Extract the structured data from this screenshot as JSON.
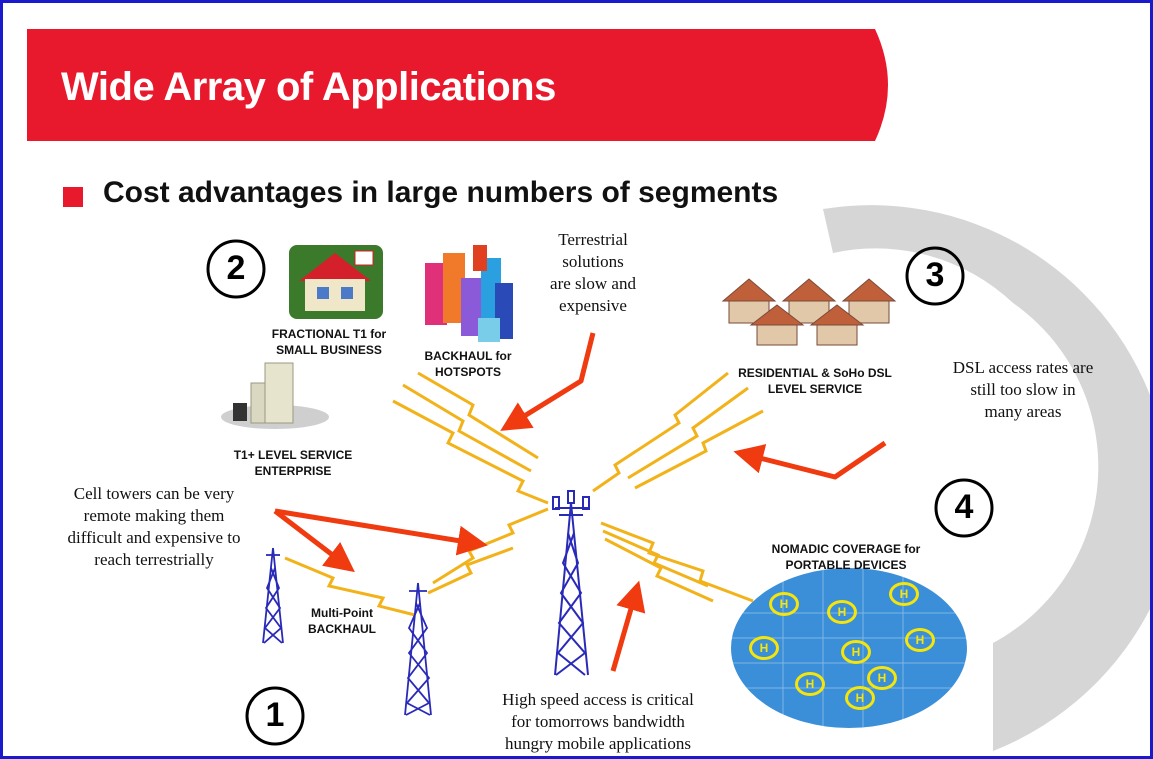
{
  "slide": {
    "title": "Wide Array of Applications",
    "bullet": "Cost advantages in large numbers of segments"
  },
  "numbers": {
    "n1": "1",
    "n2": "2",
    "n3": "3",
    "n4": "4"
  },
  "labels": {
    "fractional_line1": "FRACTIONAL T1  for",
    "fractional_line2": "SMALL BUSINESS",
    "backhaul_line1": "BACKHAUL for",
    "backhaul_line2": "HOTSPOTS",
    "residential_line1": "RESIDENTIAL & SoHo DSL",
    "residential_line2": "LEVEL SERVICE",
    "t1_line1": "T1+ LEVEL SERVICE",
    "t1_line2": "ENTERPRISE",
    "multipoint_line1": "Multi-Point",
    "multipoint_line2": "BACKHAUL",
    "nomadic_line1": "NOMADIC COVERAGE for",
    "nomadic_line2": "PORTABLE DEVICES",
    "hotspot_glyph": "H"
  },
  "notes": {
    "terrestrial_line1": "Terrestrial",
    "terrestrial_line2": "solutions",
    "terrestrial_line3": "are slow and",
    "terrestrial_line4": "expensive",
    "dsl_line1": "DSL access rates are",
    "dsl_line2": "still too slow in",
    "dsl_line3": "many areas",
    "cell_line1": "Cell towers can be very",
    "cell_line2": "remote making them",
    "cell_line3": "difficult and expensive to",
    "cell_line4": "reach terrestrially",
    "high_line1": "High speed access is critical",
    "high_line2": "for tomorrows bandwidth",
    "high_line3": "hungry mobile applications"
  },
  "colors": {
    "banner_red": "#e8192c",
    "arrow_red": "#f03a10",
    "bolt_yellow": "#f2b21a",
    "tower_blue": "#2a2ab8",
    "globe_blue": "#3a8fd8",
    "hotspot_yellow": "#f5e50a",
    "frame_blue": "#1a1acc",
    "arc_gray": "#d6d6d6"
  }
}
